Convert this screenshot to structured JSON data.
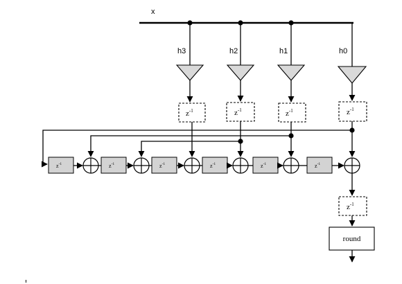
{
  "input_label": "x",
  "taps": [
    {
      "label": "h3"
    },
    {
      "label": "h2"
    },
    {
      "label": "h1"
    },
    {
      "label": "h0"
    }
  ],
  "delay_label": {
    "base": "z",
    "exp": "-1"
  },
  "round_label": "round"
}
